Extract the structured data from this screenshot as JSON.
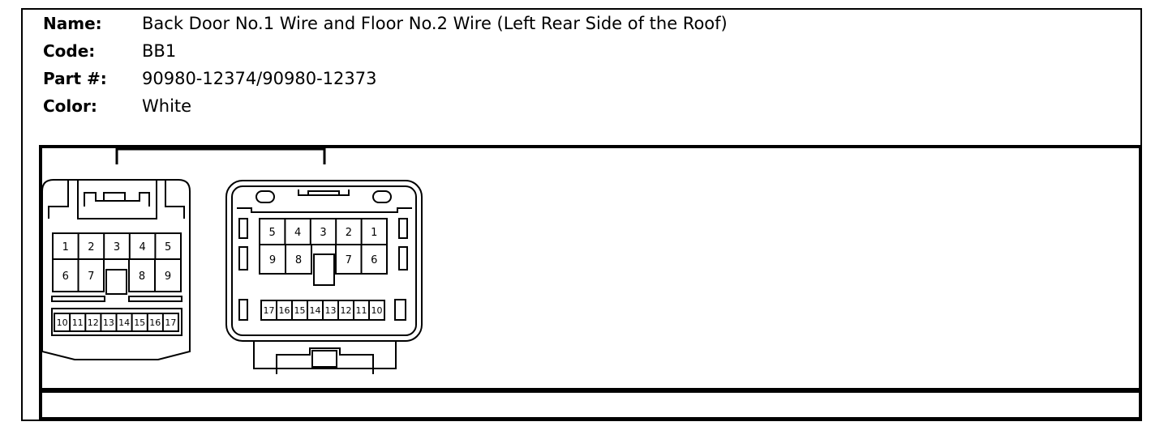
{
  "connector": {
    "fields": [
      {
        "label": "Name:",
        "value": "Back Door No.1 Wire and Floor No.2 Wire (Left Rear Side of the Roof)"
      },
      {
        "label": "Code:",
        "value": "BB1"
      },
      {
        "label": "Part #:",
        "value": "90980-12374/90980-12373"
      },
      {
        "label": "Color:",
        "value": "White"
      }
    ]
  },
  "male_connector": {
    "row1": [
      "1",
      "2",
      "3",
      "4",
      "5"
    ],
    "row2_left": [
      "6",
      "7"
    ],
    "row2_right": [
      "8",
      "9"
    ],
    "row3": [
      "10",
      "11",
      "12",
      "13",
      "14",
      "15",
      "16",
      "17"
    ]
  },
  "female_connector": {
    "row1": [
      "5",
      "4",
      "3",
      "2",
      "1"
    ],
    "row2_left": [
      "9",
      "8"
    ],
    "row2_right": [
      "7",
      "6"
    ],
    "row3": [
      "17",
      "16",
      "15",
      "14",
      "13",
      "12",
      "11",
      "10"
    ]
  }
}
